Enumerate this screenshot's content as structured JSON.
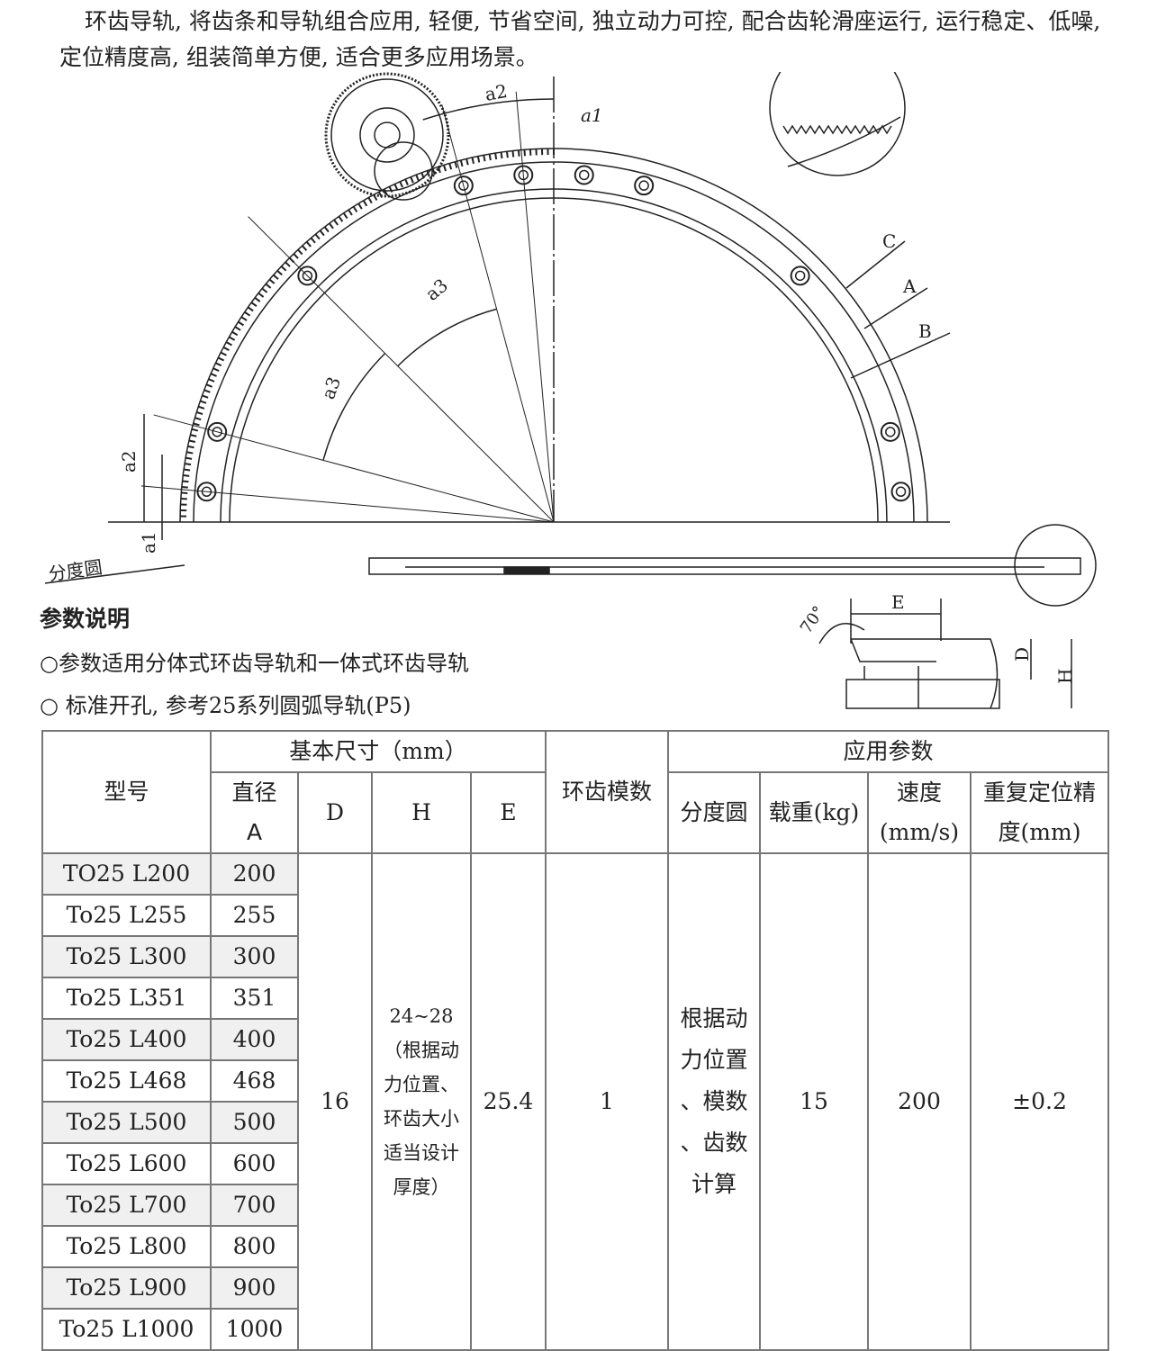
{
  "intro": "环齿导轨, 将齿条和导轨组合应用, 轻便, 节省空间, 独立动力可控, 配合齿轮滑座运行, 运行稳定、低噪, 定位精度高, 组装简单方便, 适合更多应用场景。",
  "drawing": {
    "labels": {
      "a1": "a1",
      "a2": "a2",
      "a3": "a3",
      "C": "C",
      "A": "A",
      "B": "B",
      "pitch_circle": "分度圆",
      "E": "E",
      "D": "D",
      "H": "H",
      "angle": "70°"
    }
  },
  "params": {
    "title": "参数说明",
    "notes": [
      "○参数适用分体式环齿导轨和一体式环齿导轨",
      "○ 标准开孔, 参考25系列圆弧导轨(P5)"
    ]
  },
  "table": {
    "headers": {
      "model": "型号",
      "basic": "基本尺寸（mm）",
      "diameter_1": "直径",
      "diameter_2": "A",
      "D": "D",
      "H": "H",
      "E": "E",
      "module": "环齿模数",
      "app": "应用参数",
      "pitch": "分度圆",
      "load": "载重(kg)",
      "speed_1": "速度",
      "speed_2": "(mm/s)",
      "repeat_1": "重复定位精",
      "repeat_2": "度(mm)"
    },
    "rows": [
      {
        "model": "TO25 L200",
        "A": "200"
      },
      {
        "model": "To25 L255",
        "A": "255"
      },
      {
        "model": "To25 L300",
        "A": "300"
      },
      {
        "model": "To25 L351",
        "A": "351"
      },
      {
        "model": "To25 L400",
        "A": "400"
      },
      {
        "model": "To25 L468",
        "A": "468"
      },
      {
        "model": "To25 L500",
        "A": "500"
      },
      {
        "model": "To25 L600",
        "A": "600"
      },
      {
        "model": "To25 L700",
        "A": "700"
      },
      {
        "model": "To25 L800",
        "A": "800"
      },
      {
        "model": "To25 L900",
        "A": "900"
      },
      {
        "model": "To25 L1000",
        "A": "1000"
      }
    ],
    "shared": {
      "D": "16",
      "H": [
        "24~28",
        "（根据动",
        "力位置、",
        "环齿大小",
        "适当设计",
        "厚度）"
      ],
      "E": "25.4",
      "module": "1",
      "pitch": [
        "根据动",
        "力位置",
        "、模数",
        "、齿数",
        "计算"
      ],
      "load": "15",
      "speed": "200",
      "repeat": "±0.2"
    }
  }
}
